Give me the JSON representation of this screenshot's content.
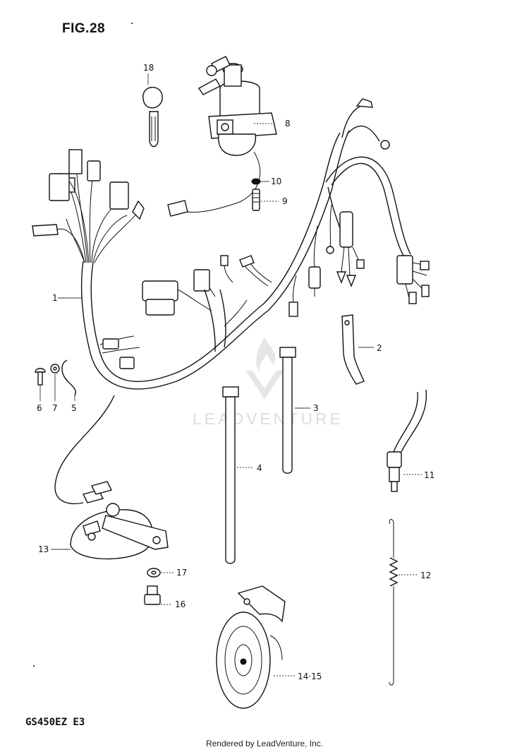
{
  "figure": {
    "title": "FIG.28",
    "model_code": "GS450EZ  E3",
    "footer": "Rendered by LeadVenture, Inc.",
    "watermark_text": "LEADVENTURE"
  },
  "callouts": [
    {
      "id": "callout-1",
      "text": "1"
    },
    {
      "id": "callout-2",
      "text": "2"
    },
    {
      "id": "callout-3",
      "text": "3"
    },
    {
      "id": "callout-4",
      "text": "4"
    },
    {
      "id": "callout-5",
      "text": "5"
    },
    {
      "id": "callout-6",
      "text": "6"
    },
    {
      "id": "callout-7",
      "text": "7"
    },
    {
      "id": "callout-8",
      "text": "8"
    },
    {
      "id": "callout-9",
      "text": "9"
    },
    {
      "id": "callout-10",
      "text": "10"
    },
    {
      "id": "callout-11",
      "text": "11"
    },
    {
      "id": "callout-12",
      "text": "12"
    },
    {
      "id": "callout-13",
      "text": "13"
    },
    {
      "id": "callout-14-15",
      "text": "14·15"
    },
    {
      "id": "callout-16",
      "text": "16"
    },
    {
      "id": "callout-17",
      "text": "17"
    },
    {
      "id": "callout-18",
      "text": "18"
    }
  ]
}
